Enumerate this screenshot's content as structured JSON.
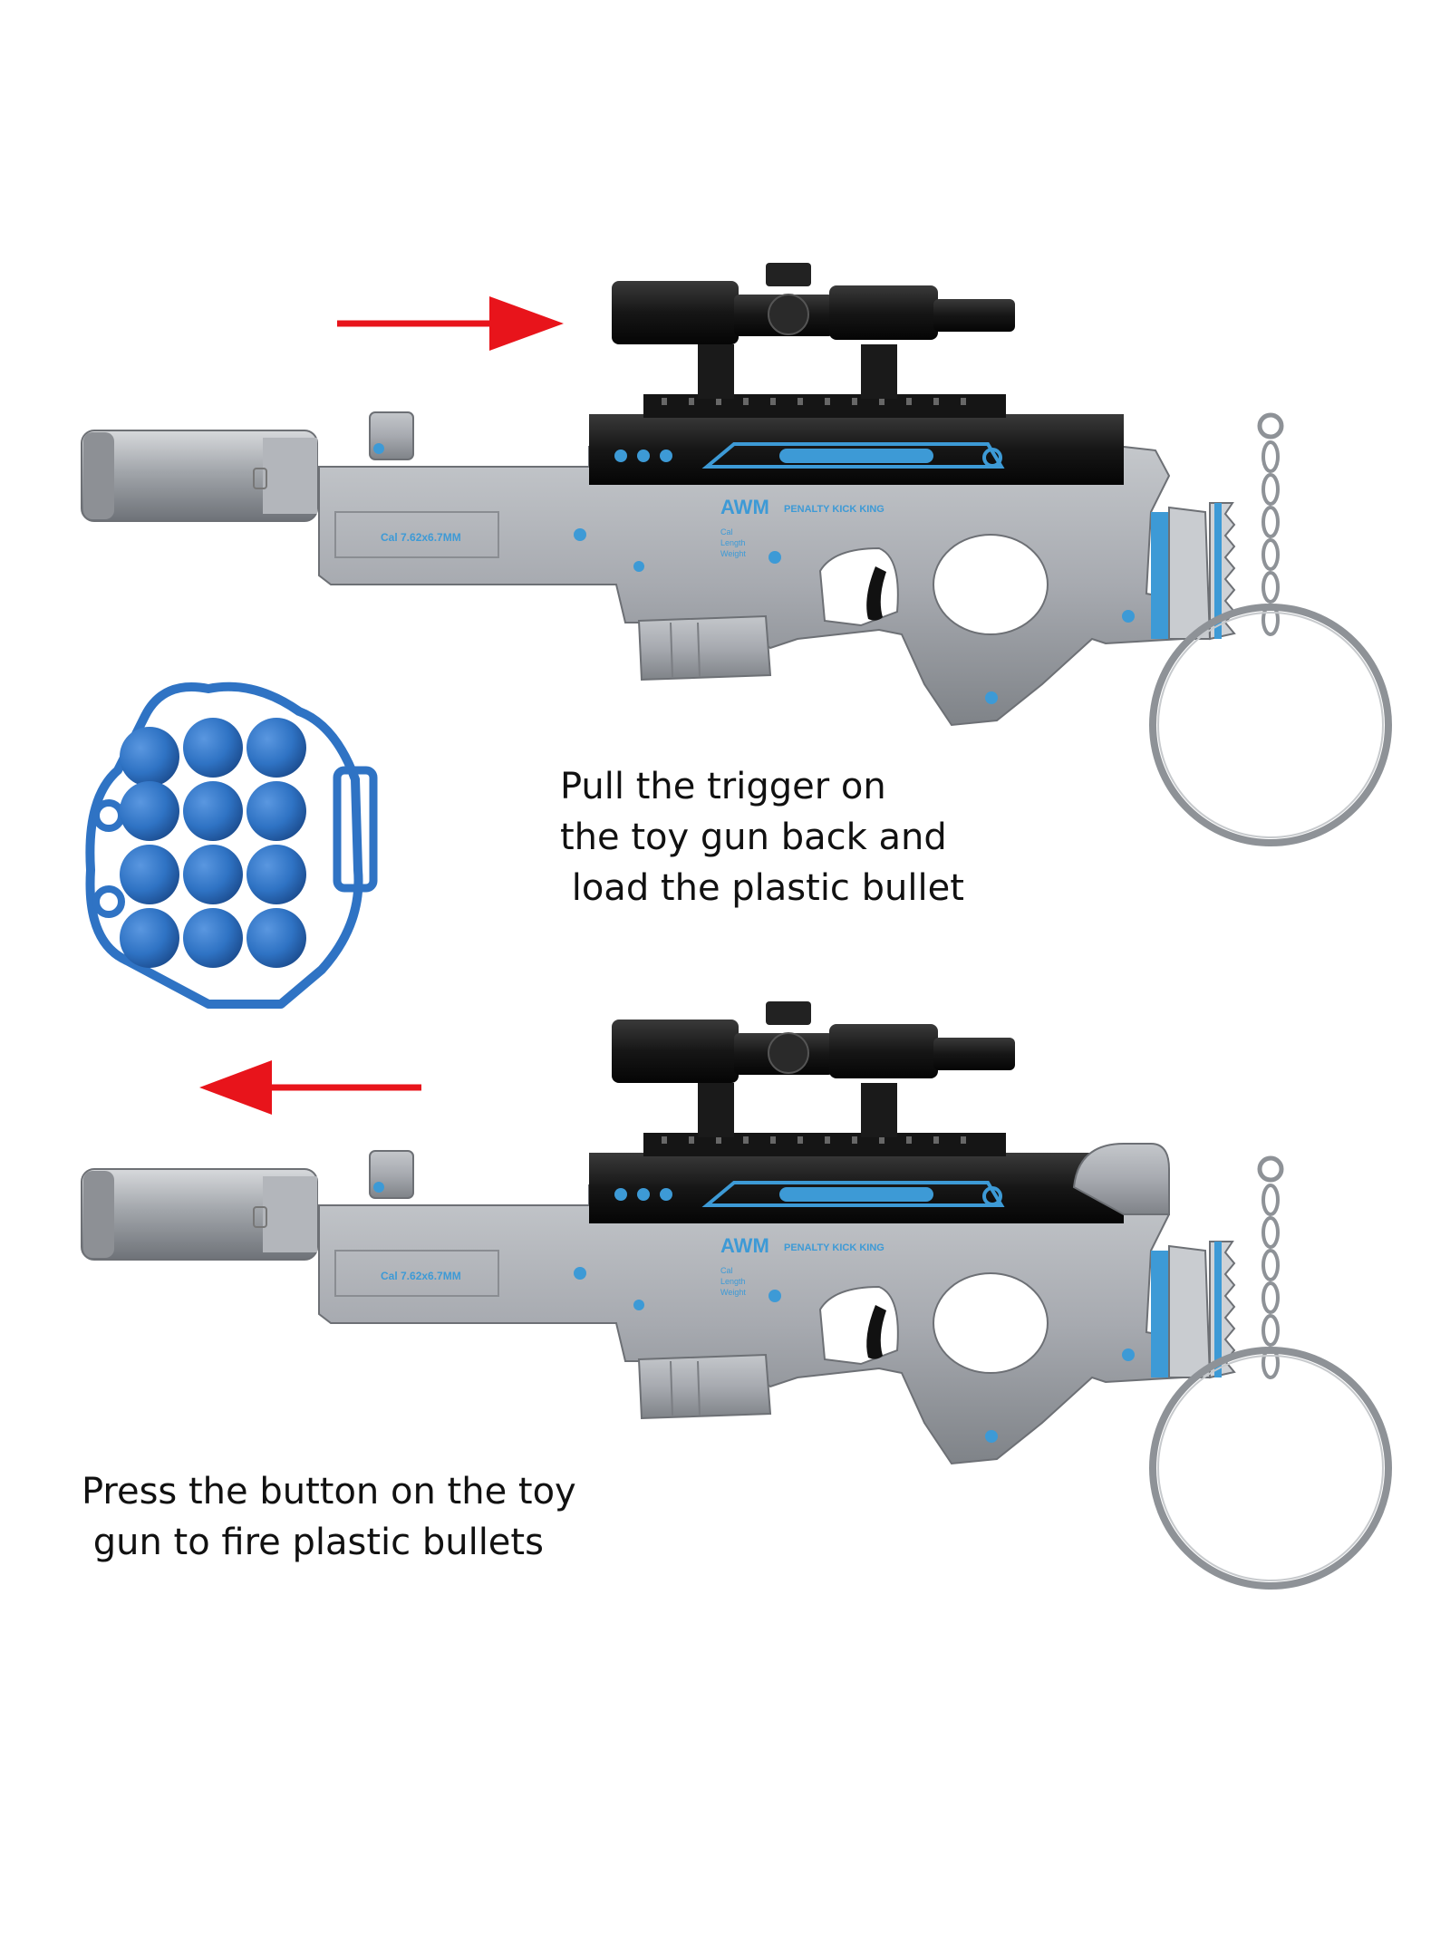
{
  "instructions": {
    "step1_lines": [
      "Pull the trigger on",
      "the toy gun back and",
      " load the plastic bullet"
    ],
    "step2_lines": [
      "Press the button on the toy",
      " gun to fire plastic bullets"
    ]
  },
  "gun_markings": {
    "model": "AWM",
    "badge": "PENALTY KICK KING",
    "caliber": "Cal 7.62x6.7MM",
    "spec_labels": [
      "Cal",
      "Length",
      "Weight"
    ]
  },
  "colors": {
    "arrow": "#e8141b",
    "gun_body": "#a9acb1",
    "scope": "#111111",
    "accent_blue": "#3d9ad6",
    "bullets": "#2f73c4"
  },
  "icons": {
    "arrow_top": "arrow-right-icon",
    "arrow_bottom": "arrow-left-icon",
    "bullets": "bullet-pack-icon",
    "keyring": "keyring-icon"
  }
}
